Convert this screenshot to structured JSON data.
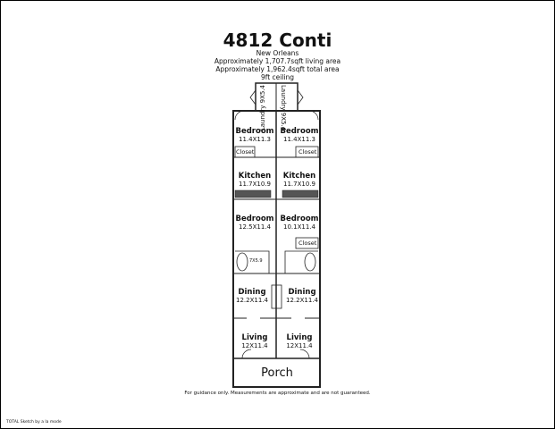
{
  "header": {
    "title": "4812 Conti",
    "city": "New Orleans",
    "living_area": "Approximately 1,707.7sqft living area",
    "total_area": "Approximately 1,962.4sqft total area",
    "ceiling": "9ft ceiling"
  },
  "rooms": {
    "laundry_left": {
      "name": "Laundry",
      "dim": "9X5.4"
    },
    "laundry_right": {
      "name": "Laundry",
      "dim": "9X5.4"
    },
    "bedroom1_left": {
      "name": "Bedroom",
      "dim": "11.4X11.3"
    },
    "bedroom1_right": {
      "name": "Bedroom",
      "dim": "11.4X11.3"
    },
    "closet_left": "Closet",
    "closet_right": "Closet",
    "closet_right2": "Closet",
    "kitchen_left": {
      "name": "Kitchen",
      "dim": "11.7X10.9"
    },
    "kitchen_right": {
      "name": "Kitchen",
      "dim": "11.7X10.9"
    },
    "bedroom2_left": {
      "name": "Bedroom",
      "dim": "12.5X11.4"
    },
    "bedroom2_right": {
      "name": "Bedroom",
      "dim": "10.1X11.4"
    },
    "bath_left": "7X5.9",
    "dining_left": {
      "name": "Dining",
      "dim": "12.2X11.4"
    },
    "dining_right": {
      "name": "Dining",
      "dim": "12.2X11.4"
    },
    "living_left": {
      "name": "Living",
      "dim": "12X11.4"
    },
    "living_right": {
      "name": "Living",
      "dim": "12X11.4"
    },
    "porch": "Porch"
  },
  "footer": {
    "disclaimer": "For guidance only. Measurements are approximate and are not guaranteed.",
    "credit": "TOTAL Sketch by a la mode"
  }
}
